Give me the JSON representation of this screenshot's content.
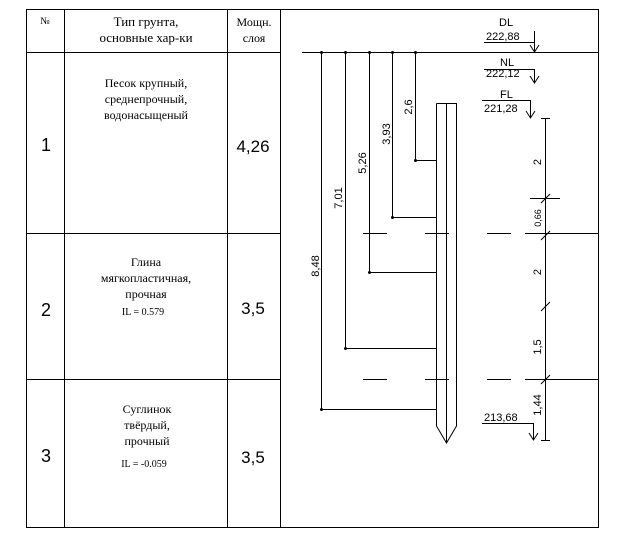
{
  "table": {
    "headers": {
      "num": "№",
      "soil_line1": "Тип грунта,",
      "soil_line2": "основные хар-ки",
      "thick_line1": "Мощн.",
      "thick_line2": "слоя"
    },
    "layers": [
      {
        "num": "1",
        "desc": [
          "Песок крупный,",
          "среднепрочный,",
          "водонасыщеный"
        ],
        "il": "",
        "thickness": "4,26"
      },
      {
        "num": "2",
        "desc": [
          "Глина",
          "мягкопластичная,",
          "прочная"
        ],
        "il": "IL = 0.579",
        "thickness": "3,5"
      },
      {
        "num": "3",
        "desc": [
          "Суглинок",
          "твёрдый,",
          "прочный"
        ],
        "il": "IL = -0.059",
        "thickness": "3,5"
      }
    ]
  },
  "levels": [
    {
      "name": "DL",
      "value": "222,88"
    },
    {
      "name": "NL",
      "value": "222,12"
    },
    {
      "name": "FL",
      "value": "221,28"
    },
    {
      "name": "",
      "value": "213,68"
    }
  ],
  "vertical_dims": [
    "8,48",
    "7,01",
    "5,26",
    "3,93",
    "2,6"
  ],
  "right_dims": [
    "2",
    "0,66",
    "2",
    "1,5",
    "1,44"
  ]
}
